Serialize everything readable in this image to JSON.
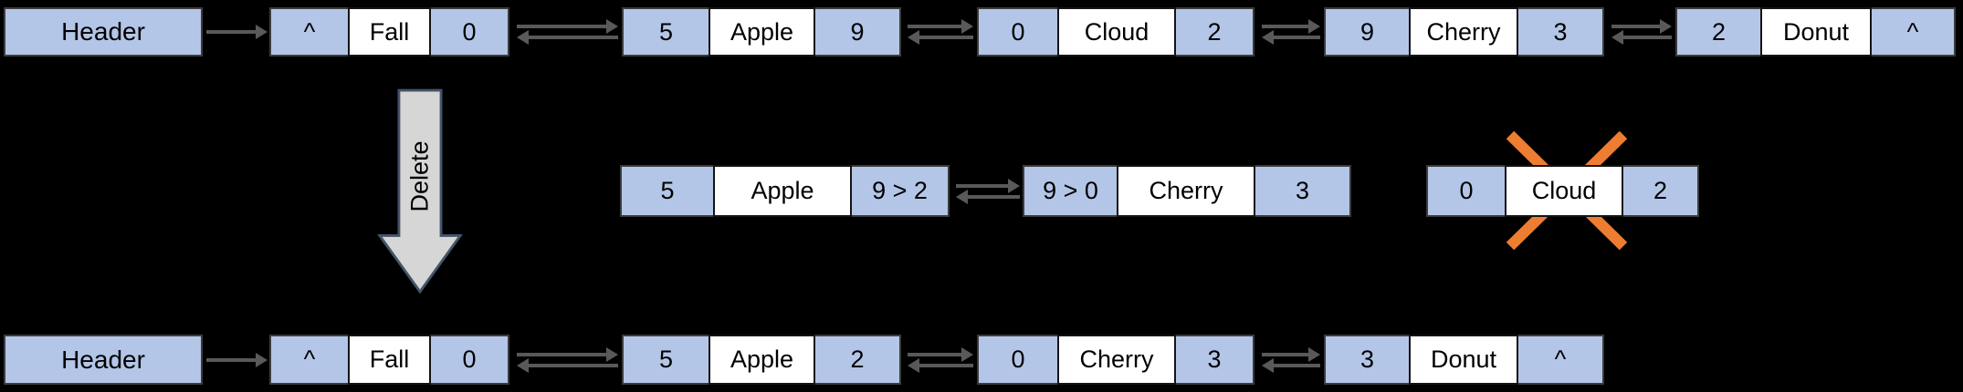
{
  "colors": {
    "background": "#000000",
    "cell_blue": "#b4c6e7",
    "cell_white": "#ffffff",
    "arrow": "#595959",
    "delete_fill": "#d6d6d6",
    "delete_border": "#44546a",
    "cross": "#ed7d31"
  },
  "top_row": {
    "header_label": "Header",
    "nodes": [
      {
        "prev": "^",
        "data": "Fall",
        "next": "0"
      },
      {
        "prev": "5",
        "data": "Apple",
        "next": "9"
      },
      {
        "prev": "0",
        "data": "Cloud",
        "next": "2"
      },
      {
        "prev": "9",
        "data": "Cherry",
        "next": "3"
      },
      {
        "prev": "2",
        "data": "Donut",
        "next": "^"
      }
    ]
  },
  "middle_row": {
    "delete_label": "Delete",
    "nodes": [
      {
        "prev": "5",
        "data": "Apple",
        "next": "9 > 2"
      },
      {
        "prev": "9 > 0",
        "data": "Cherry",
        "next": "3"
      },
      {
        "prev": "0",
        "data": "Cloud",
        "next": "2",
        "deleted": true
      }
    ]
  },
  "bottom_row": {
    "header_label": "Header",
    "nodes": [
      {
        "prev": "^",
        "data": "Fall",
        "next": "0"
      },
      {
        "prev": "5",
        "data": "Apple",
        "next": "2"
      },
      {
        "prev": "0",
        "data": "Cherry",
        "next": "3"
      },
      {
        "prev": "3",
        "data": "Donut",
        "next": "^"
      }
    ]
  }
}
